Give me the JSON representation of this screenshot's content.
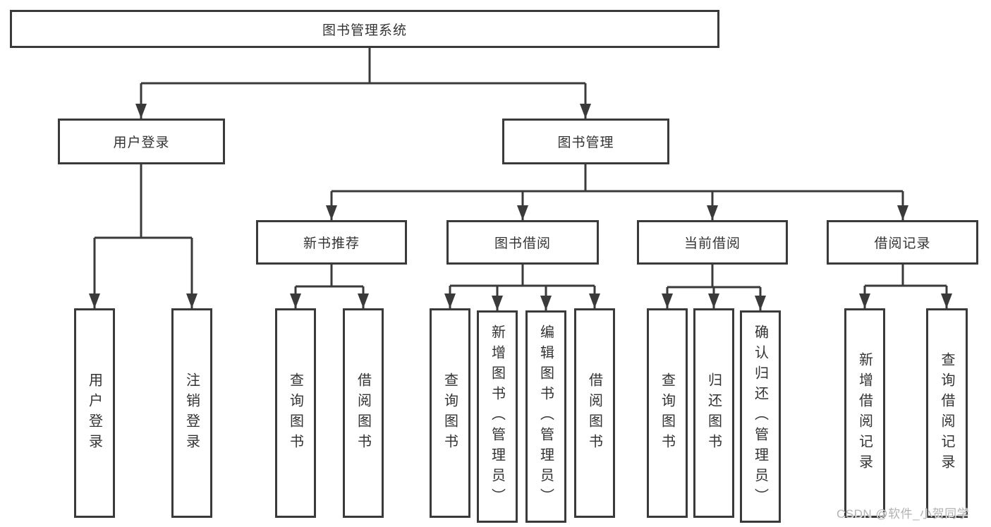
{
  "diagram": {
    "root": {
      "label": "图书管理系统"
    },
    "user_login": {
      "label": "用户登录",
      "children": [
        {
          "label": "用户登录"
        },
        {
          "label": "注销登录"
        }
      ]
    },
    "book_management": {
      "label": "图书管理",
      "sections": [
        {
          "label": "新书推荐",
          "children": [
            {
              "label": "查询图书"
            },
            {
              "label": "借阅图书"
            }
          ]
        },
        {
          "label": "图书借阅",
          "children": [
            {
              "label": "查询图书"
            },
            {
              "label": "新增图书（管理员）"
            },
            {
              "label": "编辑图书（管理员）"
            },
            {
              "label": "借阅图书"
            }
          ]
        },
        {
          "label": "当前借阅",
          "children": [
            {
              "label": "查询图书"
            },
            {
              "label": "归还图书"
            },
            {
              "label": "确认归还（管理员）"
            }
          ]
        },
        {
          "label": "借阅记录",
          "children": [
            {
              "label": "新增借阅记录"
            },
            {
              "label": "查询借阅记录"
            }
          ]
        }
      ]
    }
  },
  "watermark": {
    "text": "CSDN @软件_小贺同学"
  },
  "colors": {
    "border": "#3a3a3a",
    "line": "#3a3a3a",
    "text": "#333333",
    "watermark": "#b3b3b3",
    "background": "#ffffff"
  }
}
